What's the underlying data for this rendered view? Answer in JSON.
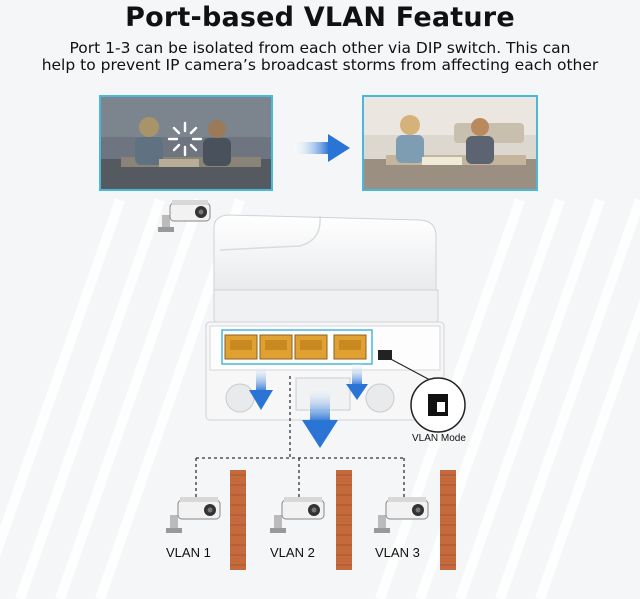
{
  "header": {
    "title": "Port-based VLAN Feature",
    "subtitle_lines": [
      "Port 1-3 can be isolated from each other via DIP switch. This can",
      "help to prevent IP camera’s broadcast storms from affecting each other"
    ]
  },
  "switch": {
    "mode_label": "VLAN Mode"
  },
  "vlans": [
    {
      "label": "VLAN 1"
    },
    {
      "label": "VLAN 2"
    },
    {
      "label": "VLAN 3"
    }
  ],
  "colors": {
    "accent": "#4ab8d8",
    "arrow": "#2a74d6",
    "wall": "#c46a3c",
    "port": "#e0a032"
  }
}
